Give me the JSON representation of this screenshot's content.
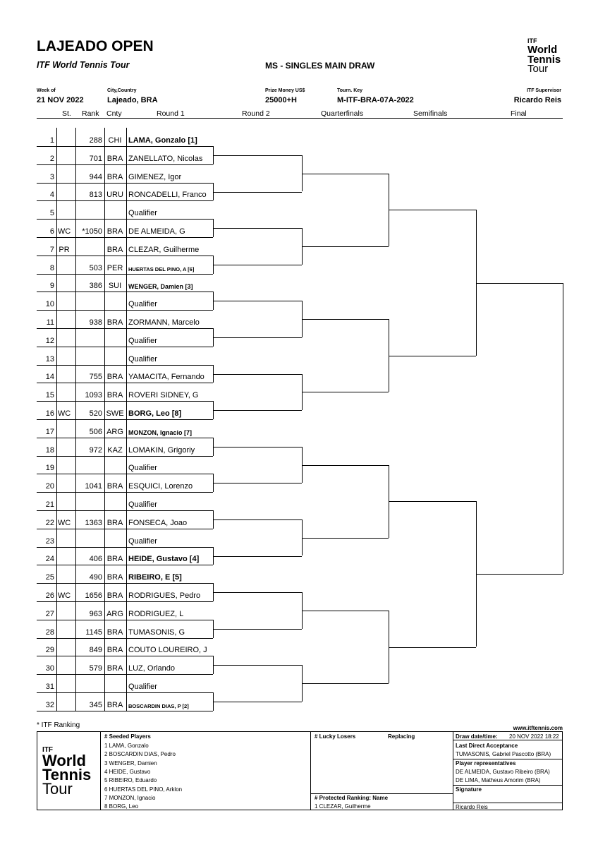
{
  "header": {
    "title": "LAJEADO OPEN",
    "subtitle": "ITF World Tennis Tour",
    "draw_name": "MS - SINGLES MAIN DRAW",
    "logo": {
      "itf": "ITF",
      "line1": "World",
      "line2": "Tennis",
      "line3": "Tour"
    }
  },
  "info": {
    "week_label": "Week of",
    "week_value": "21 NOV 2022",
    "city_label": "City,Country",
    "city_value": "Lajeado, BRA",
    "prize_label": "Prize Money US$",
    "prize_value": "25000+H",
    "key_label": "Tourn. Key",
    "key_value": "M-ITF-BRA-07A-2022",
    "supervisor_label": "ITF Supervisor",
    "supervisor_value": "Ricardo Reis"
  },
  "columns": {
    "st": "St.",
    "rank": "Rank",
    "cnty": "Cnty",
    "round1": "Round 1",
    "round2": "Round 2",
    "qf": "Quarterfinals",
    "sf": "Semifinals",
    "final": "Final"
  },
  "entries": [
    {
      "num": "1",
      "st": "",
      "rank": "288",
      "cnty": "CHI",
      "name": "LAMA, Gonzalo [1]",
      "style": "seed"
    },
    {
      "num": "2",
      "st": "",
      "rank": "701",
      "cnty": "BRA",
      "name": "ZANELLATO, Nicolas",
      "style": ""
    },
    {
      "num": "3",
      "st": "",
      "rank": "944",
      "cnty": "BRA",
      "name": "GIMENEZ, Igor",
      "style": ""
    },
    {
      "num": "4",
      "st": "",
      "rank": "813",
      "cnty": "URU",
      "name": "RONCADELLI, Franco",
      "style": ""
    },
    {
      "num": "5",
      "st": "",
      "rank": "",
      "cnty": "",
      "name": "Qualifier",
      "style": ""
    },
    {
      "num": "6",
      "st": "WC",
      "rank": "*1050",
      "cnty": "BRA",
      "name": "DE ALMEIDA, G",
      "style": ""
    },
    {
      "num": "7",
      "st": "PR",
      "rank": "",
      "cnty": "BRA",
      "name": "CLEZAR, Guilherme",
      "style": ""
    },
    {
      "num": "8",
      "st": "",
      "rank": "503",
      "cnty": "PER",
      "name": "HUERTAS DEL PINO, A [6]",
      "style": "small"
    },
    {
      "num": "9",
      "st": "",
      "rank": "386",
      "cnty": "SUI",
      "name": "WENGER, Damien [3]",
      "style": "med"
    },
    {
      "num": "10",
      "st": "",
      "rank": "",
      "cnty": "",
      "name": "Qualifier",
      "style": ""
    },
    {
      "num": "11",
      "st": "",
      "rank": "938",
      "cnty": "BRA",
      "name": "ZORMANN, Marcelo",
      "style": ""
    },
    {
      "num": "12",
      "st": "",
      "rank": "",
      "cnty": "",
      "name": "Qualifier",
      "style": ""
    },
    {
      "num": "13",
      "st": "",
      "rank": "",
      "cnty": "",
      "name": "Qualifier",
      "style": ""
    },
    {
      "num": "14",
      "st": "",
      "rank": "755",
      "cnty": "BRA",
      "name": "YAMACITA, Fernando",
      "style": ""
    },
    {
      "num": "15",
      "st": "",
      "rank": "1093",
      "cnty": "BRA",
      "name": "ROVERI SIDNEY, G",
      "style": ""
    },
    {
      "num": "16",
      "st": "WC",
      "rank": "520",
      "cnty": "SWE",
      "name": "BORG, Leo [8]",
      "style": "seed"
    },
    {
      "num": "17",
      "st": "",
      "rank": "506",
      "cnty": "ARG",
      "name": "MONZON, Ignacio [7]",
      "style": "med"
    },
    {
      "num": "18",
      "st": "",
      "rank": "972",
      "cnty": "KAZ",
      "name": "LOMAKIN, Grigoriy",
      "style": ""
    },
    {
      "num": "19",
      "st": "",
      "rank": "",
      "cnty": "",
      "name": "Qualifier",
      "style": ""
    },
    {
      "num": "20",
      "st": "",
      "rank": "1041",
      "cnty": "BRA",
      "name": "ESQUICI, Lorenzo",
      "style": ""
    },
    {
      "num": "21",
      "st": "",
      "rank": "",
      "cnty": "",
      "name": "Qualifier",
      "style": ""
    },
    {
      "num": "22",
      "st": "WC",
      "rank": "1363",
      "cnty": "BRA",
      "name": "FONSECA, Joao",
      "style": ""
    },
    {
      "num": "23",
      "st": "",
      "rank": "",
      "cnty": "",
      "name": "Qualifier",
      "style": ""
    },
    {
      "num": "24",
      "st": "",
      "rank": "406",
      "cnty": "BRA",
      "name": "HEIDE, Gustavo [4]",
      "style": "seed"
    },
    {
      "num": "25",
      "st": "",
      "rank": "490",
      "cnty": "BRA",
      "name": "RIBEIRO, E [5]",
      "style": "seed"
    },
    {
      "num": "26",
      "st": "WC",
      "rank": "1656",
      "cnty": "BRA",
      "name": "RODRIGUES, Pedro",
      "style": ""
    },
    {
      "num": "27",
      "st": "",
      "rank": "963",
      "cnty": "ARG",
      "name": "RODRIGUEZ, L",
      "style": ""
    },
    {
      "num": "28",
      "st": "",
      "rank": "1145",
      "cnty": "BRA",
      "name": "TUMASONIS, G",
      "style": ""
    },
    {
      "num": "29",
      "st": "",
      "rank": "849",
      "cnty": "BRA",
      "name": "COUTO LOUREIRO, J",
      "style": ""
    },
    {
      "num": "30",
      "st": "",
      "rank": "579",
      "cnty": "BRA",
      "name": "LUZ, Orlando",
      "style": ""
    },
    {
      "num": "31",
      "st": "",
      "rank": "",
      "cnty": "",
      "name": "Qualifier",
      "style": ""
    },
    {
      "num": "32",
      "st": "",
      "rank": "345",
      "cnty": "BRA",
      "name": "BOSCARDIN DIAS, P [2]",
      "style": "small"
    }
  ],
  "footer": {
    "ranking_note": "* ITF Ranking",
    "website": "www.itftennis.com",
    "seeded_title": "#  Seeded Players",
    "seeded": [
      "1  LAMA, Gonzalo",
      "2  BOSCARDIN DIAS, Pedro",
      "3  WENGER, Damien",
      "4  HEIDE, Gustavo",
      "5  RIBEIRO, Eduardo",
      "6  HUERTAS DEL PINO, Arklon",
      "7  MONZON, Ignacio",
      "8  BORG, Leo"
    ],
    "lucky_title": "# Lucky Losers",
    "replacing_title": "Replacing",
    "protected_title": "#  Protected Ranking: Name",
    "protected_entry": "1  CLEZAR, Guilherme",
    "draw_date_label": "Draw date/time:",
    "draw_date_value": "20 NOV 2022 18:22",
    "lda_label": "Last Direct Acceptance",
    "lda_value": "TUMASONIS, Gabriel Pascotto (BRA)",
    "reps_label": "Player representatives",
    "rep1": "DE ALMEIDA, Gustavo Ribeiro (BRA)",
    "rep2": "DE LIMA, Matheus Amorim (BRA)",
    "signature_label": "Signature",
    "signature_value": "Ricardo Reis"
  }
}
